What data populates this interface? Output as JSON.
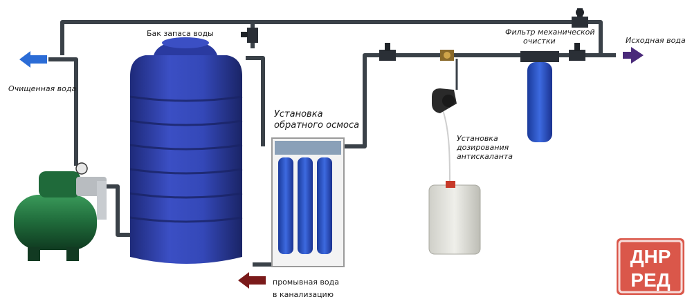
{
  "labels": {
    "tank": "Бак запаса воды",
    "mech_filter_1": "Фильтр механической",
    "mech_filter_2": "очистки",
    "source_water": "Исходная вода",
    "purified_water": "Очищенная вода",
    "ro_unit_1": "Установка",
    "ro_unit_2": "обратного осмоса",
    "dosing_1": "Установка",
    "dosing_2": "дозирования",
    "dosing_3": "антискаланта",
    "drain_1": "промывная вода",
    "drain_2": "в канализацию"
  },
  "logo": {
    "line1": "ДНР",
    "line2": "РЕД",
    "color": "#d43a2a"
  },
  "colors": {
    "pipe": "#3a4148",
    "tank": "#2f3fa6",
    "filter": "#2a4fb8",
    "pump_tank": "#1f6a3a",
    "arrow_out": "#2b6cd6",
    "arrow_in": "#4a2a7a",
    "arrow_drain": "#7a1a1a"
  }
}
